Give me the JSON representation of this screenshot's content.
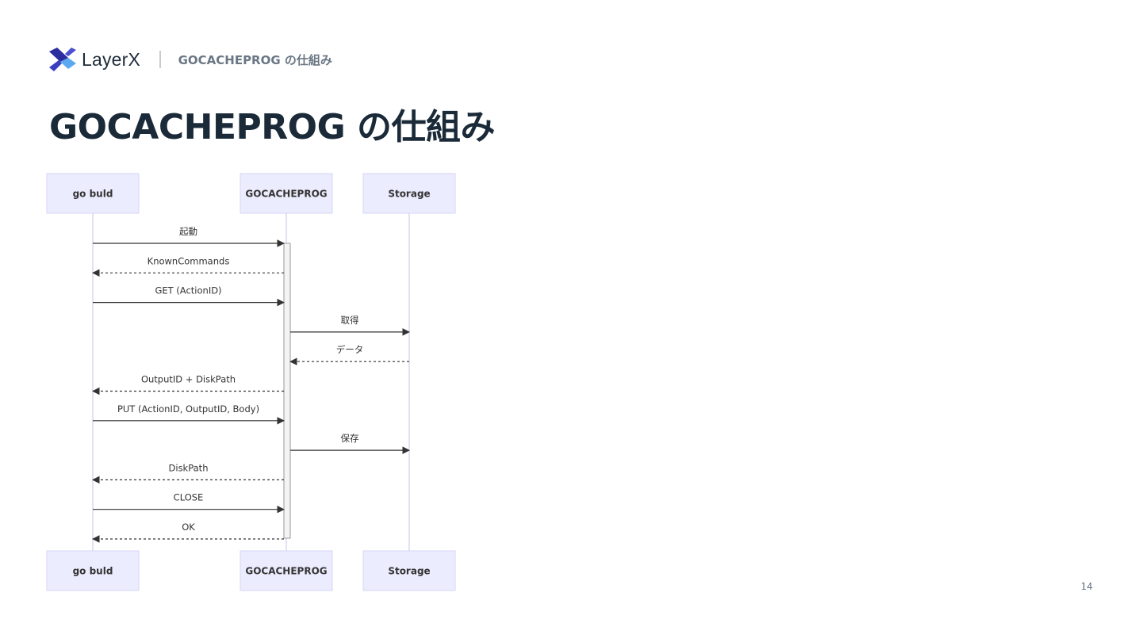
{
  "header": {
    "logo_text": "LayerX",
    "section": "GOCACHEPROG の仕組み"
  },
  "title": "GOCACHEPROG の仕組み",
  "page_number": "14",
  "diagram": {
    "type": "sequence",
    "participants": [
      {
        "id": "go",
        "label": "go buld"
      },
      {
        "id": "prog",
        "label": "GOCACHEPROG"
      },
      {
        "id": "storage",
        "label": "Storage"
      }
    ],
    "messages": [
      {
        "from": "go",
        "to": "prog",
        "label": "起動",
        "style": "solid"
      },
      {
        "from": "prog",
        "to": "go",
        "label": "KnownCommands",
        "style": "dashed"
      },
      {
        "from": "go",
        "to": "prog",
        "label": "GET (ActionID)",
        "style": "solid"
      },
      {
        "from": "prog",
        "to": "storage",
        "label": "取得",
        "style": "solid"
      },
      {
        "from": "storage",
        "to": "prog",
        "label": "データ",
        "style": "dashed"
      },
      {
        "from": "prog",
        "to": "go",
        "label": "OutputID + DiskPath",
        "style": "dashed"
      },
      {
        "from": "go",
        "to": "prog",
        "label": "PUT (ActionID, OutputID, Body)",
        "style": "solid"
      },
      {
        "from": "prog",
        "to": "storage",
        "label": "保存",
        "style": "solid"
      },
      {
        "from": "prog",
        "to": "go",
        "label": "DiskPath",
        "style": "dashed"
      },
      {
        "from": "go",
        "to": "prog",
        "label": "CLOSE",
        "style": "solid"
      },
      {
        "from": "prog",
        "to": "go",
        "label": "OK",
        "style": "dashed"
      }
    ],
    "colors": {
      "box_fill": "#ececff",
      "box_stroke": "#d6d6f5",
      "lifeline": "#cfcfee",
      "arrow": "#333333",
      "activation_fill": "#f4f4f4",
      "activation_stroke": "#999999"
    }
  },
  "colors": {
    "title": "#1b2a38",
    "subtle": "#6b7784",
    "logo_dark": "#2b2d9e",
    "logo_light": "#5aa9f0"
  }
}
